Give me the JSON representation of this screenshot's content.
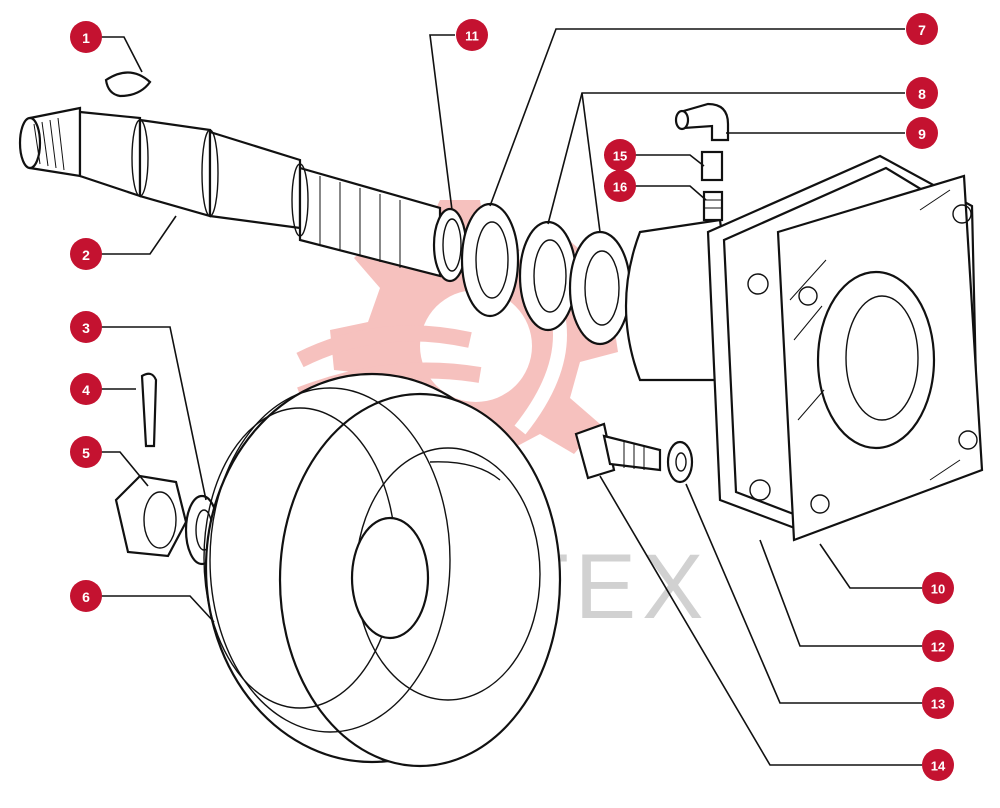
{
  "watermark": {
    "text": "ИНТЕХ",
    "color": "#e2231a"
  },
  "callout_color": "#c41230",
  "callouts": [
    {
      "id": "callout-1",
      "label": "1"
    },
    {
      "id": "callout-2",
      "label": "2"
    },
    {
      "id": "callout-3",
      "label": "3"
    },
    {
      "id": "callout-4",
      "label": "4"
    },
    {
      "id": "callout-5",
      "label": "5"
    },
    {
      "id": "callout-6",
      "label": "6"
    },
    {
      "id": "callout-7",
      "label": "7"
    },
    {
      "id": "callout-8",
      "label": "8"
    },
    {
      "id": "callout-9",
      "label": "9"
    },
    {
      "id": "callout-10",
      "label": "10"
    },
    {
      "id": "callout-11",
      "label": "11"
    },
    {
      "id": "callout-12",
      "label": "12"
    },
    {
      "id": "callout-13",
      "label": "13"
    },
    {
      "id": "callout-14",
      "label": "14"
    },
    {
      "id": "callout-15",
      "label": "15"
    },
    {
      "id": "callout-16",
      "label": "16"
    }
  ]
}
